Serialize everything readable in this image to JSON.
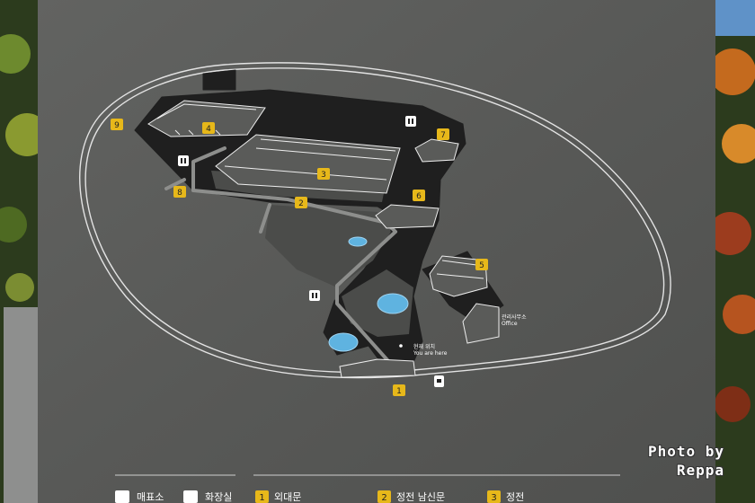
{
  "map": {
    "markers": [
      {
        "id": "m1",
        "label": "1"
      },
      {
        "id": "m2",
        "label": "2"
      },
      {
        "id": "m3",
        "label": "3"
      },
      {
        "id": "m4",
        "label": "4"
      },
      {
        "id": "m5",
        "label": "5"
      },
      {
        "id": "m6",
        "label": "6"
      },
      {
        "id": "m7",
        "label": "7"
      },
      {
        "id": "m8",
        "label": "8"
      },
      {
        "id": "m9",
        "label": "9"
      }
    ],
    "office_label_ko": "관리사무소",
    "office_label_en": "Office",
    "you_are_here_ko": "현재 위치",
    "you_are_here_en": "You are here"
  },
  "legend": {
    "ticket_office": "매표소",
    "restroom": "화장실",
    "item1_num": "1",
    "item1_label": "외대문",
    "item2_num": "2",
    "item2_label": "정전 남신문",
    "item3_num": "3",
    "item3_label": "정전"
  },
  "photo_credit": {
    "line1": "Photo by",
    "line2": "Reppa"
  },
  "colors": {
    "sign_board": "#575856",
    "path": "#1f1f1f",
    "marker": "#e7b81a",
    "pond": "#5fb3e0",
    "outline": "#e6e6e6"
  }
}
